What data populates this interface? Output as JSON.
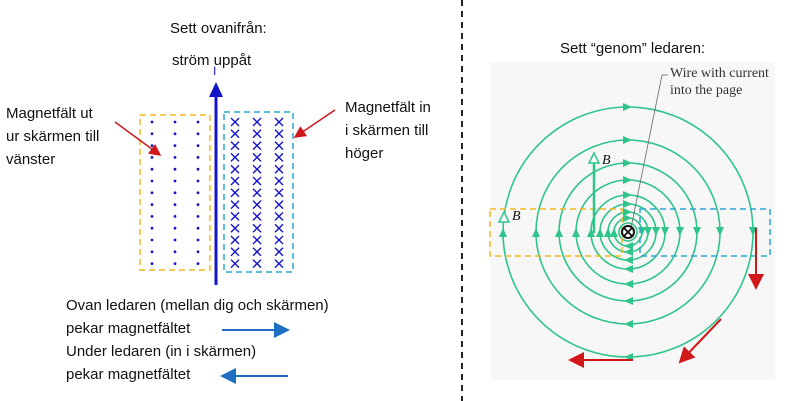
{
  "left": {
    "title_line1": "Sett ovanifrån:",
    "title_line2": "ström uppåt",
    "current_label": "I",
    "left_note": [
      "Magnetfält ut",
      "ur skärmen till",
      "vänster"
    ],
    "right_note": [
      "Magnetfält in",
      "i skärmen till",
      "höger"
    ],
    "bottom": [
      "Ovan ledaren (mellan dig och skärmen)",
      "pekar magnetfältet",
      "Under ledaren (in i skärmen)",
      "pekar magnetfältet"
    ]
  },
  "right": {
    "title": "Sett “genom” ledaren:",
    "wire_label": [
      "Wire with current",
      "into the page"
    ],
    "field_symbol": "B"
  },
  "colors": {
    "wire": "#1515c8",
    "yellow": "#f2b81e",
    "cyan": "#2aa8d0",
    "green": "#2ec48a",
    "red": "#d01818",
    "arrow_blue": "#1f6fc0"
  }
}
